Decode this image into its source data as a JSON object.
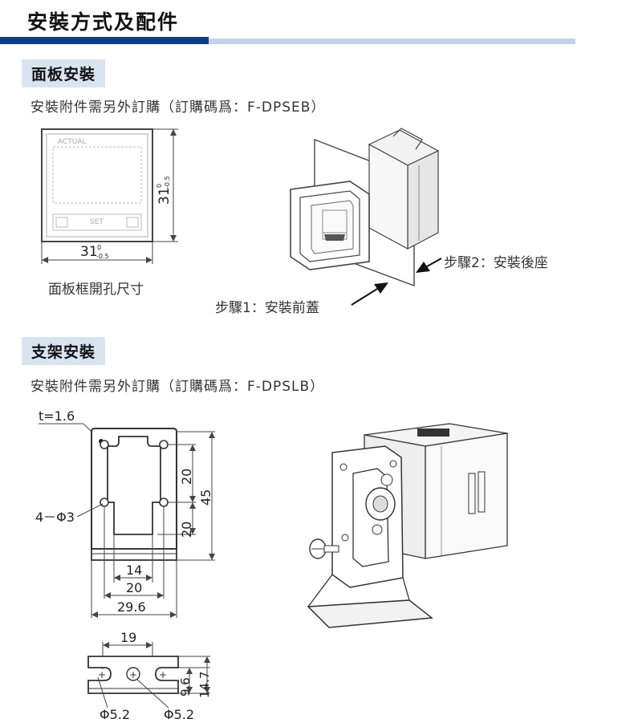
{
  "header": {
    "title": "安裝方式及配件"
  },
  "panel_mount": {
    "heading": "面板安裝",
    "accessory_note": "安裝附件需另外訂購（訂購碼爲：F-DPSEB）",
    "drawing": {
      "dim_width": "31",
      "dim_width_tol_upper": "0",
      "dim_width_tol_lower": "-0.5",
      "dim_height": "31",
      "dim_height_tol_upper": "0",
      "dim_height_tol_lower": "-0.5",
      "caption": "面板框開孔尺寸",
      "device_label_top": "ACTUAL",
      "device_label_set": "SET"
    },
    "step1": "步驟1：安裝前蓋",
    "step2": "步驟2：安裝後座"
  },
  "bracket_mount": {
    "heading": "支架安裝",
    "accessory_note": "安裝附件需另外訂購（訂購碼爲：F-DPSLB）",
    "drawing": {
      "thickness": "t=1.6",
      "hole_note": "4－Φ3",
      "dim_20_upper": "20",
      "dim_20_lower": "20",
      "dim_45": "45",
      "dim_14": "14",
      "dim_20_horizontal": "20",
      "dim_29_6": "29.6"
    },
    "bottom_view": {
      "dim_19": "19",
      "dim_9_6": "9.6",
      "dim_14_7": "14.7",
      "hole_left": "Φ5.2",
      "hole_right": "Φ5.2"
    }
  }
}
